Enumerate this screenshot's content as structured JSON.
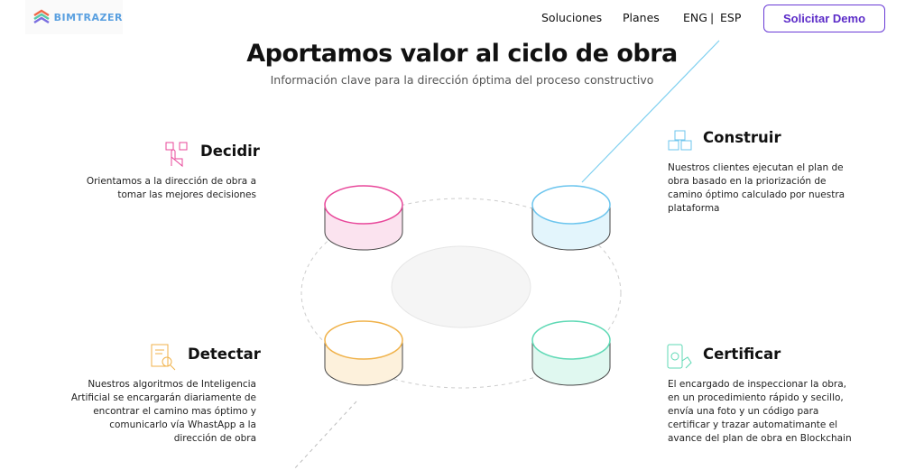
{
  "header": {
    "brand": "BIMTRAZER",
    "nav": [
      "Soluciones",
      "Planes"
    ],
    "lang_en": "ENG",
    "lang_sep": "|",
    "lang_es": "ESP",
    "cta": "Solicitar Demo"
  },
  "hero": {
    "title": "Aportamos valor al ciclo de obra",
    "subtitle": "Información clave para la dirección óptima del proceso constructivo"
  },
  "features": [
    {
      "title": "Decidir",
      "desc": [
        "Orientamos a la dirección de obra a",
        "tomar las mejores decisiones"
      ],
      "color": "#e8479a"
    },
    {
      "title": "Construir",
      "desc": [
        "Nuestros clientes ejecutan el plan de",
        "obra basado en la priorización de",
        "camino óptimo calculado por nuestra",
        "plataforma"
      ],
      "color": "#6cc5ee"
    },
    {
      "title": "Detectar",
      "desc": [
        "Nuestros algoritmos de Inteligencia",
        "Artificial se encargarán diariamente de",
        "encontrar el camino mas óptimo y",
        "comunicarlo vía WhastApp a la",
        "dirección de obra"
      ],
      "color": "#f0b24a"
    },
    {
      "title": "Certificar",
      "desc": [
        "El encargado de inspeccionar la obra,",
        "en un procedimiento rápido y secillo,",
        "envía una foto y un código para",
        "certificar y trazar automatimante el",
        "avance del plan de obra en Blockchain"
      ],
      "color": "#5fd9b5"
    }
  ]
}
